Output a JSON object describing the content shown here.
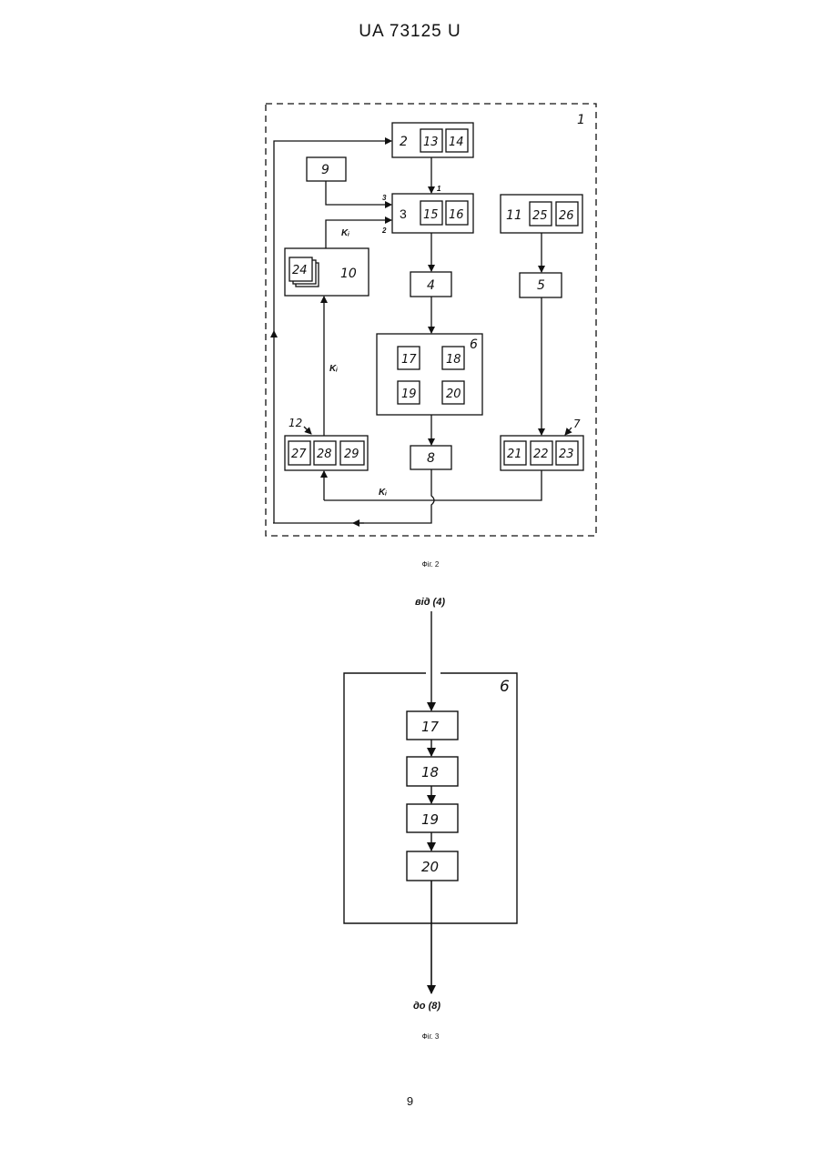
{
  "header": {
    "doc_id": "UA   73125   U"
  },
  "footer": {
    "page_number": "9"
  },
  "figure2": {
    "caption": "Фіг. 2",
    "outer_label": "1",
    "blocks": {
      "b2": {
        "label": "2",
        "subs": [
          "13",
          "14"
        ]
      },
      "b3": {
        "label": "3",
        "subs": [
          "15",
          "16"
        ],
        "inputs": [
          "1",
          "3",
          "2"
        ]
      },
      "b4": {
        "label": "4"
      },
      "b5": {
        "label": "5"
      },
      "b6": {
        "label": "6",
        "subs": [
          "17",
          "18",
          "19",
          "20"
        ]
      },
      "b7": {
        "label": "7",
        "subs": [
          "21",
          "22",
          "23"
        ]
      },
      "b8": {
        "label": "8"
      },
      "b9": {
        "label": "9"
      },
      "b10": {
        "label": "10",
        "subs": [
          "24"
        ]
      },
      "b11": {
        "label": "11",
        "subs": [
          "25",
          "26"
        ]
      },
      "b12": {
        "label": "12",
        "subs": [
          "27",
          "28",
          "29"
        ]
      }
    },
    "signal_label": "Kᵢ"
  },
  "figure3": {
    "caption": "Фіг. 3",
    "container_label": "6",
    "input_label": "від (4)",
    "output_label": "до (8)",
    "blocks": [
      "17",
      "18",
      "19",
      "20"
    ]
  }
}
